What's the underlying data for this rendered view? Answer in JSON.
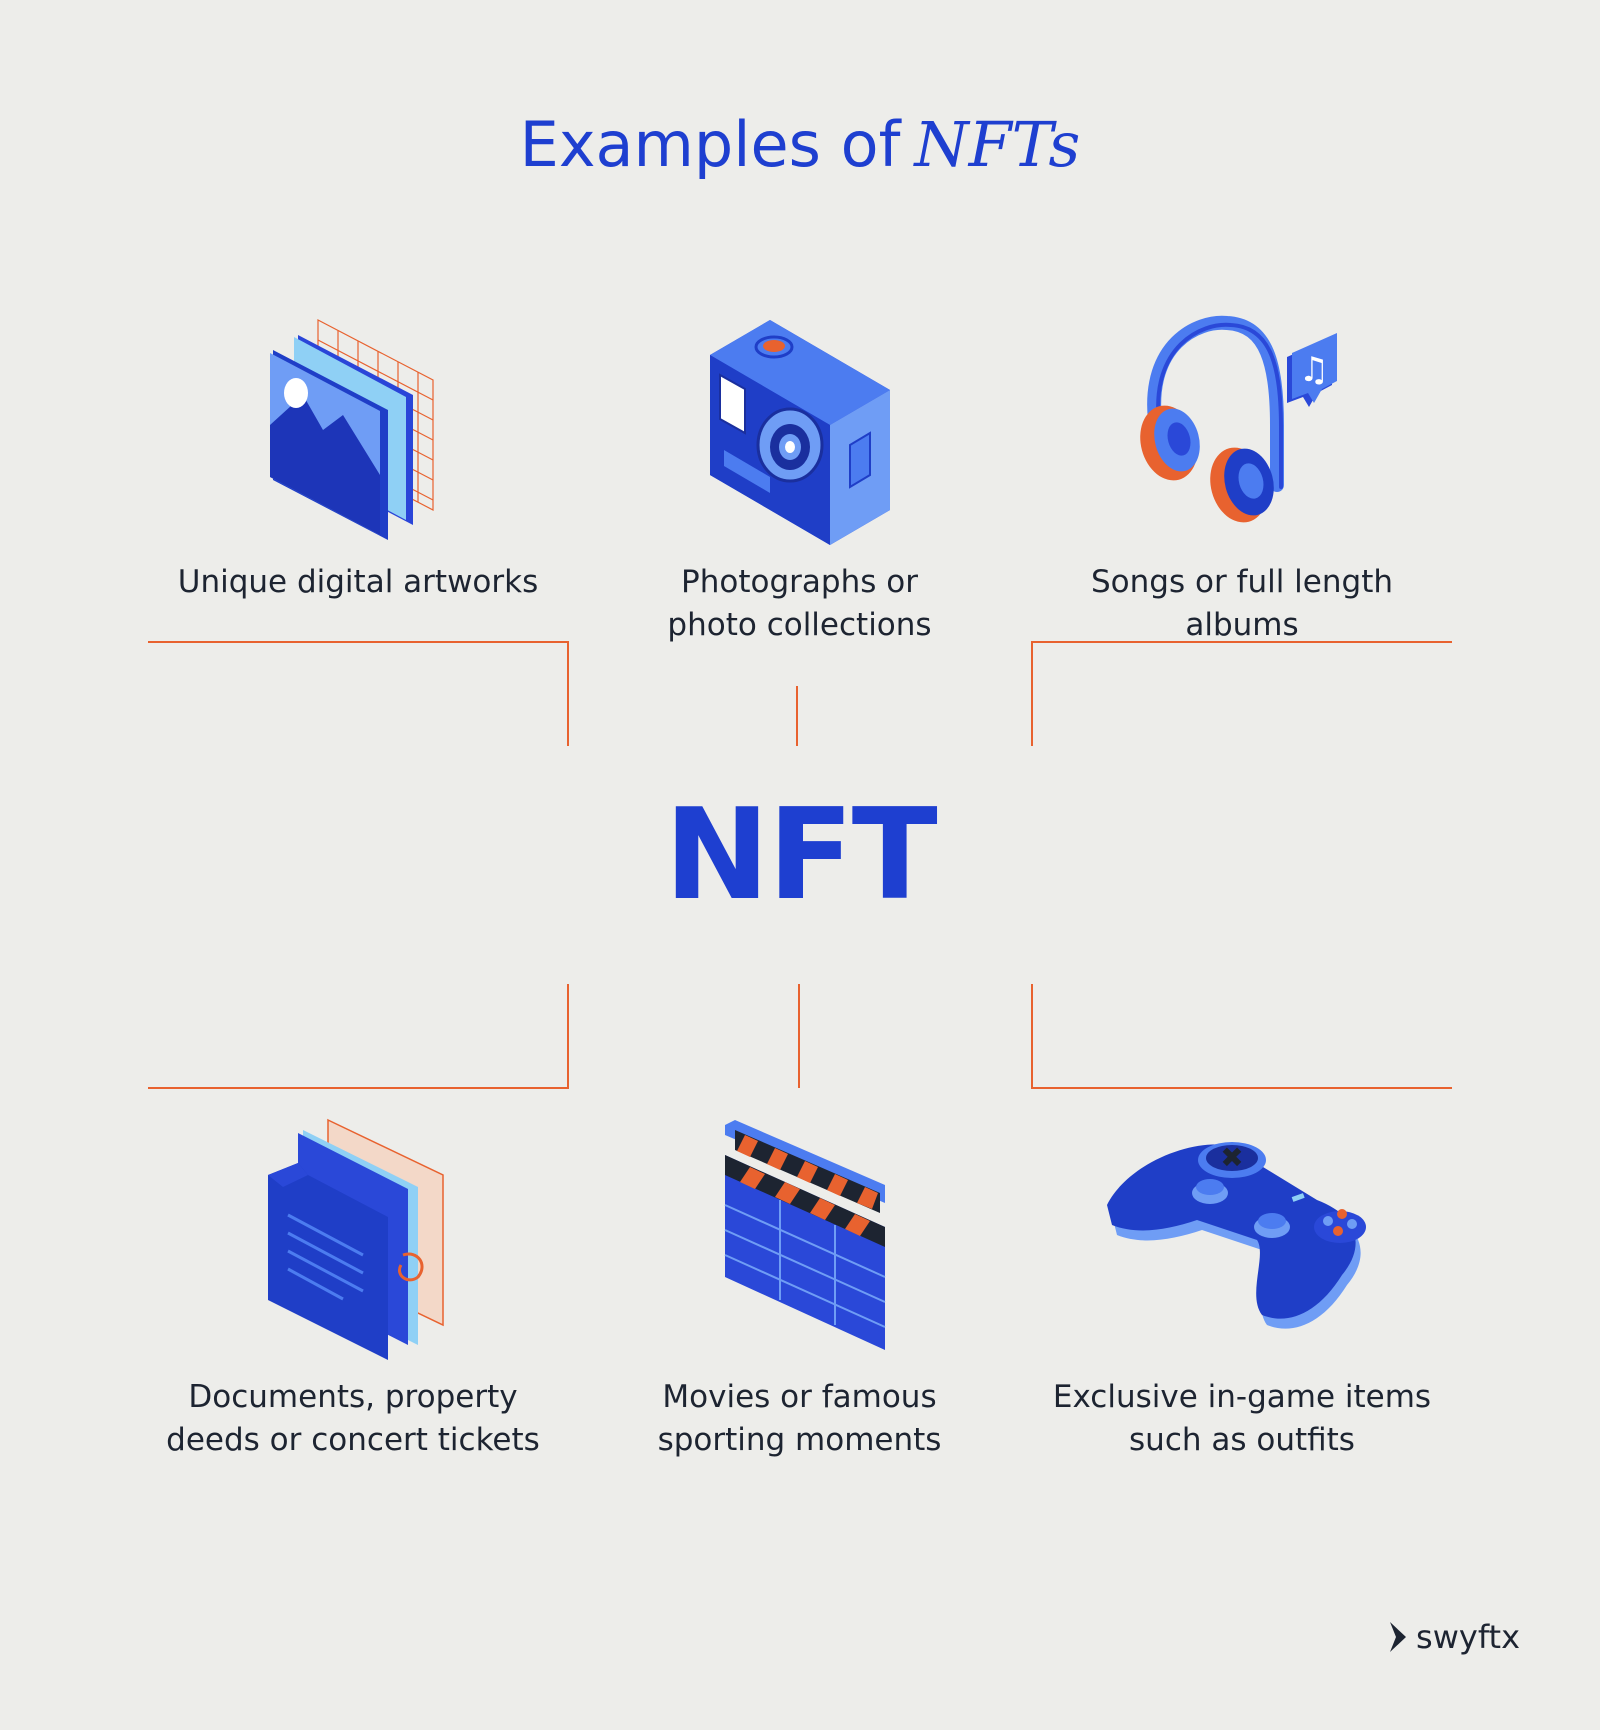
{
  "title": {
    "prefix": "Examples of",
    "emphasis": "NFTs"
  },
  "center_label": "NFT",
  "items": [
    {
      "label": "Unique digital artworks",
      "icon": "artwork-icon"
    },
    {
      "label": "Photographs or photo collections",
      "icon": "camera-icon"
    },
    {
      "label": "Songs or full length albums",
      "icon": "headphones-icon"
    },
    {
      "label": "Documents, property deeds or concert tickets",
      "icon": "document-icon"
    },
    {
      "label": "Movies or famous sporting moments",
      "icon": "clapperboard-icon"
    },
    {
      "label": "Exclusive in-game items such as outfits",
      "icon": "gamepad-icon"
    }
  ],
  "brand": {
    "name": "swyftx"
  },
  "colors": {
    "background": "#ededea",
    "primary": "#1e3fd0",
    "accent": "#e8622f",
    "text": "#1d2431"
  }
}
